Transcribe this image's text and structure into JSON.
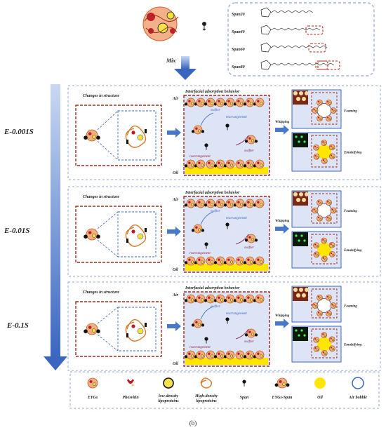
{
  "top": {
    "mix_label": "Mix",
    "span_labels": [
      "Span20",
      "Span40",
      "Span60",
      "Span80"
    ]
  },
  "rows": [
    {
      "label": "E-0.001S",
      "changes_title": "Changes in structure",
      "interfacial_title": "Interfacial adsorption behavior",
      "air": "Air",
      "oil": "Oil",
      "tokens": [
        "swifter",
        "rearrangement",
        "rearrangement",
        "swifter"
      ],
      "whipping": "Whipping",
      "foaming": "Foaming",
      "emulsifying": "Emulsifying"
    },
    {
      "label": "E-0.01S",
      "changes_title": "Changes in structure",
      "interfacial_title": "Interfacial adsorption behavior",
      "air": "Air",
      "oil": "Oil",
      "tokens": [
        "swifter",
        "rearrangement",
        "rearrangement",
        "swifter"
      ],
      "whipping": "Whipping",
      "foaming": "Foaming",
      "emulsifying": "Emulsifying"
    },
    {
      "label": "E-0.1S",
      "changes_title": "Changes in structure",
      "interfacial_title": "Interfacial adsorption behavior",
      "air": "Air",
      "oil": "Oil",
      "tokens": [
        "swifter",
        "rearrangement",
        "rearrangement",
        "swifter"
      ],
      "whipping": "Whipping",
      "foaming": "Foaming",
      "emulsifying": "Emulsifying"
    }
  ],
  "legend": [
    {
      "label": "EYGs",
      "icon": "eygs-icon"
    },
    {
      "label": "Phosvitin",
      "icon": "phosvitin-icon"
    },
    {
      "label": "low-density lipoproteins",
      "icon": "ldl-icon"
    },
    {
      "label": "High-density lipoproteins",
      "icon": "hdl-icon"
    },
    {
      "label": "Span",
      "icon": "span-icon"
    },
    {
      "label": "EYGs-Span",
      "icon": "eygs-span-icon"
    },
    {
      "label": "Oil",
      "icon": "oil-icon"
    },
    {
      "label": "Air bobble",
      "icon": "air-bubble-icon"
    }
  ],
  "caption": "(b)",
  "colors": {
    "dashed_blue": "#8ea4d8",
    "dashed_red": "#a0281e",
    "arrow_blue": "#4a78c8",
    "panel_fill": "#dde4f5",
    "oil": "#ffe600",
    "particle": "#e07b3a"
  }
}
